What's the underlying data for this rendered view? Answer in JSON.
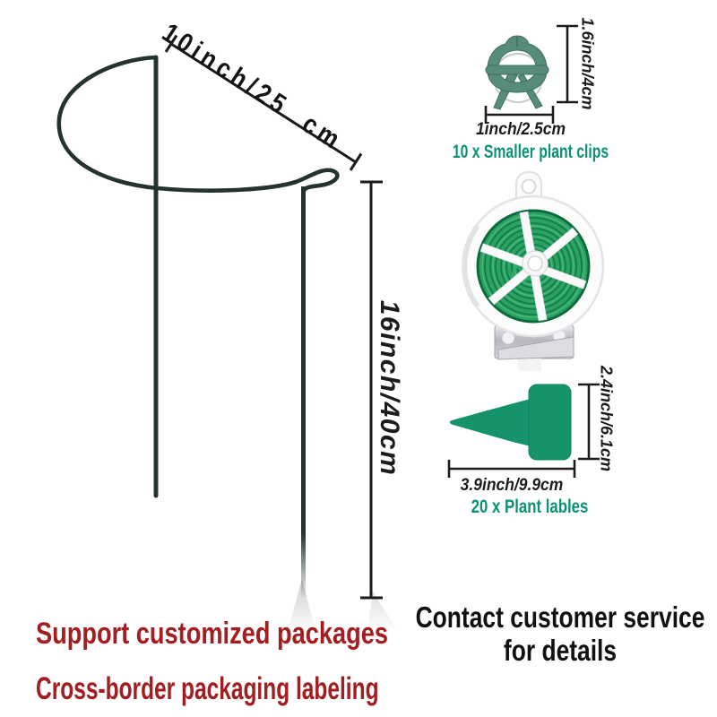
{
  "product": {
    "support": {
      "width_label": "10inch/25  cm",
      "height_label": "16inch/40cm"
    },
    "clips": {
      "height_label": "1.6inch/4cm",
      "width_label": "1inch/2.5cm",
      "caption": "10 x Smaller plant clips"
    },
    "plant_labels": {
      "height_label": "2.4inch/6.1cm",
      "width_label": "3.9inch/9.9cm",
      "caption": "20 x Plant lables"
    }
  },
  "footer": {
    "red_line1": "Support customized packages",
    "red_line2": "Cross-border packaging labeling",
    "note_line1": "Contact customer service",
    "note_line2": "for details"
  },
  "colors": {
    "accent_red": "#a31e20",
    "accent_teal": "#0b9173",
    "tag_green": "#15946c",
    "clip_green": "#578c79",
    "wire_dark": "#24332d",
    "spool_green": "#2ba164"
  }
}
